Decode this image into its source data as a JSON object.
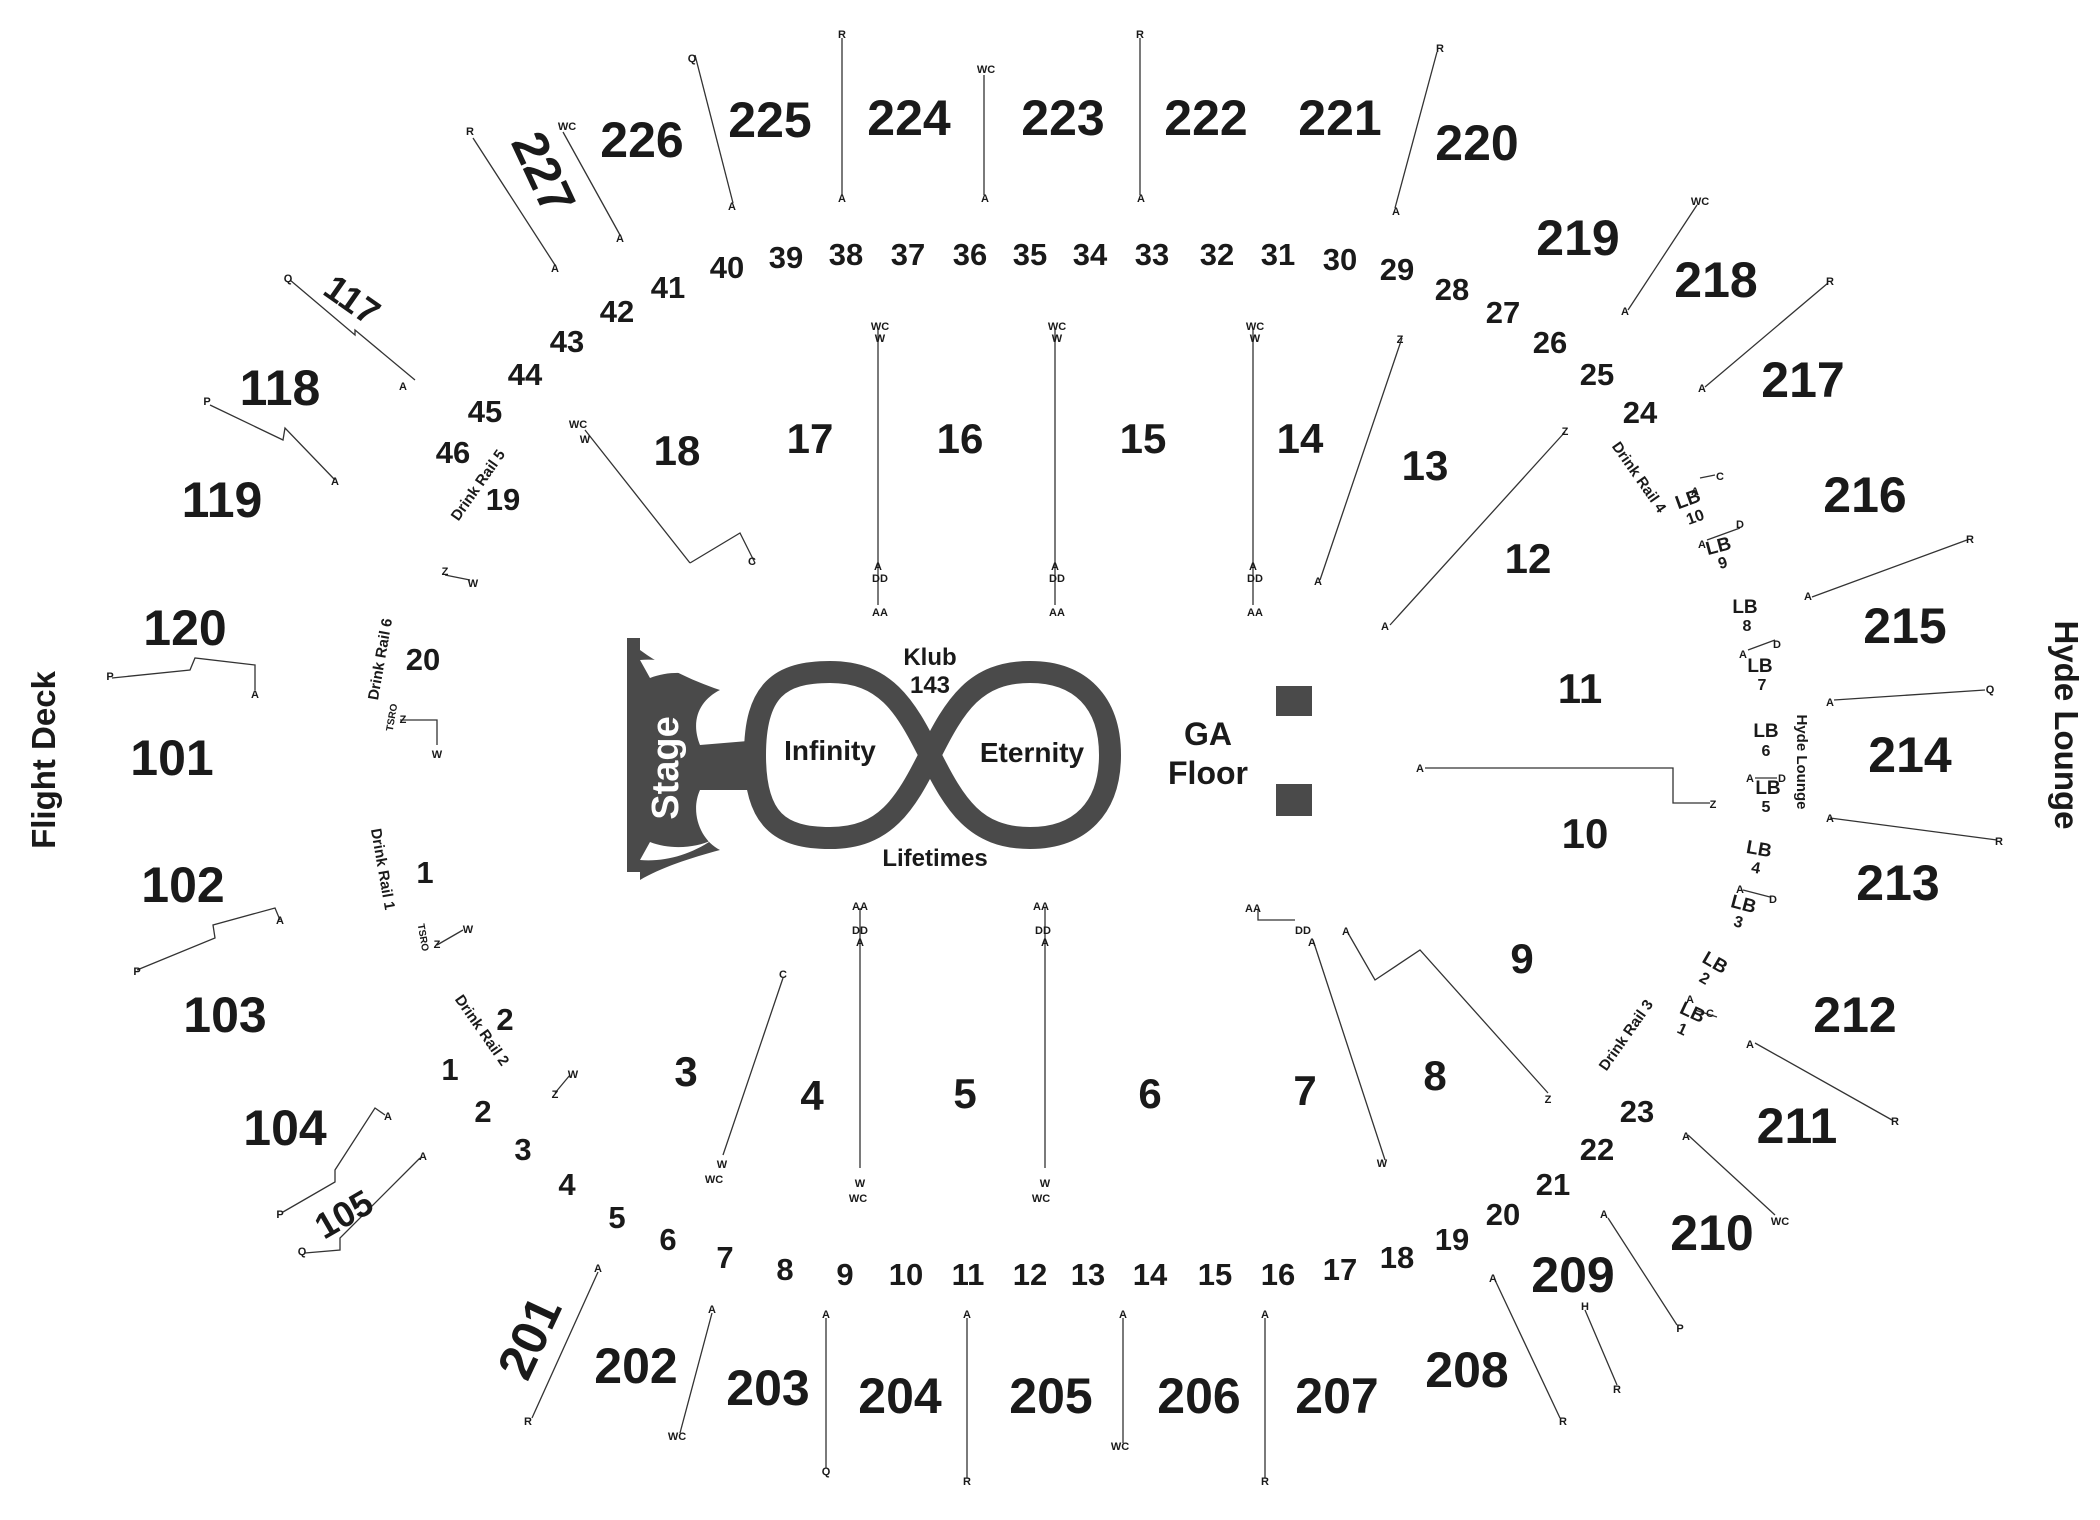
{
  "stage": {
    "label": "Stage"
  },
  "infinity": {
    "left": "Infinity",
    "right": "Eternity",
    "bottom": "Lifetimes"
  },
  "klub": {
    "line1": "Klub",
    "line2": "143"
  },
  "ga_floor": {
    "line1": "GA",
    "line2": "Floor"
  },
  "flight_deck": {
    "label": "Flight Deck"
  },
  "hyde_lounge": {
    "label": "Hyde Lounge"
  },
  "hyde_lounge_small": {
    "label": "Hyde Lounge"
  },
  "upper_sections": [
    "226",
    "225",
    "224",
    "223",
    "222",
    "221",
    "220",
    "219",
    "218",
    "217",
    "216",
    "215",
    "214",
    "213",
    "212",
    "211",
    "210",
    "209",
    "208",
    "207",
    "206",
    "205",
    "204",
    "203",
    "202",
    "201"
  ],
  "section_227": "227",
  "floor_sections": [
    "18",
    "17",
    "16",
    "15",
    "14",
    "13",
    "12",
    "11",
    "10",
    "9",
    "8",
    "7",
    "6",
    "5",
    "4",
    "3"
  ],
  "left_sections": [
    "117",
    "118",
    "119",
    "120",
    "101",
    "102",
    "103",
    "104",
    "105"
  ],
  "top_rows": [
    "40",
    "39",
    "38",
    "37",
    "36",
    "35",
    "34",
    "33",
    "32",
    "31",
    "30",
    "29",
    "28",
    "27",
    "26",
    "25",
    "24"
  ],
  "left_top_rows": [
    "41",
    "42",
    "43",
    "44",
    "45",
    "46"
  ],
  "bottom_rows": [
    "1",
    "2",
    "3",
    "4",
    "5",
    "6",
    "7",
    "8",
    "9",
    "10",
    "11",
    "12",
    "13",
    "14",
    "15",
    "16",
    "17",
    "18",
    "19",
    "20",
    "21",
    "22",
    "23"
  ],
  "rail_rows": {
    "r19": "19",
    "r20": "20",
    "r1": "1",
    "r2": "2"
  },
  "drink_rails": [
    "Drink Rail 5",
    "Drink Rail 6",
    "Drink Rail 1",
    "Drink Rail 2",
    "Drink Rail 4",
    "Drink Rail 3"
  ],
  "lounge_boxes": [
    "LB",
    "10",
    "LB",
    "9",
    "LB",
    "8",
    "LB",
    "7",
    "LB",
    "6",
    "LB",
    "5",
    "LB",
    "4",
    "LB",
    "3",
    "LB",
    "2",
    "LB",
    "1"
  ],
  "markers": {
    "q": "Q",
    "r": "R",
    "wc": "WC",
    "a": "A",
    "p": "P",
    "z": "Z",
    "w": "W",
    "c": "C",
    "d": "D",
    "dd": "DD",
    "aa": "AA",
    "h": "H",
    "tsro": "TSRO"
  },
  "colors": {
    "stage": "#4a4a4a",
    "ga_box": "#4a4a4a",
    "text": "#1a1a1a"
  }
}
